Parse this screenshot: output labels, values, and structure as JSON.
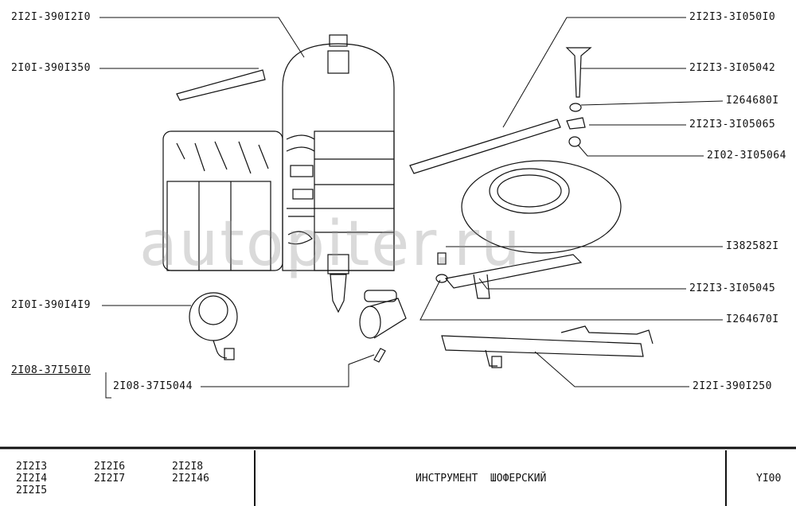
{
  "watermark": "autopiter.ru",
  "left_labels": {
    "bag": "2I2I-390I2I0",
    "bar": "2I0I-390I350",
    "gauge": "2I0I-390I4I9",
    "pump": "2I08-37I50I0",
    "nipple": "2I08-37I5044"
  },
  "right_labels": {
    "handle": "2I2I3-3I050I0",
    "bolt": "2I2I3-3I05042",
    "washer1": "I264680I",
    "bracket": "2I2I3-3I05065",
    "nut": "2I02-3I05064",
    "screw": "I382582I",
    "strap": "2I2I3-3I05045",
    "washer2": "I264670I",
    "jack": "2I2I-390I250"
  },
  "footer": {
    "models": [
      "2I2I3",
      "2I2I6",
      "2I2I8",
      "2I2I4",
      "2I2I7",
      "2I2I46",
      "2I2I5"
    ],
    "title": "ИНСТРУМЕНТ  ШОФЕРСКИЙ",
    "code": "YI00"
  }
}
